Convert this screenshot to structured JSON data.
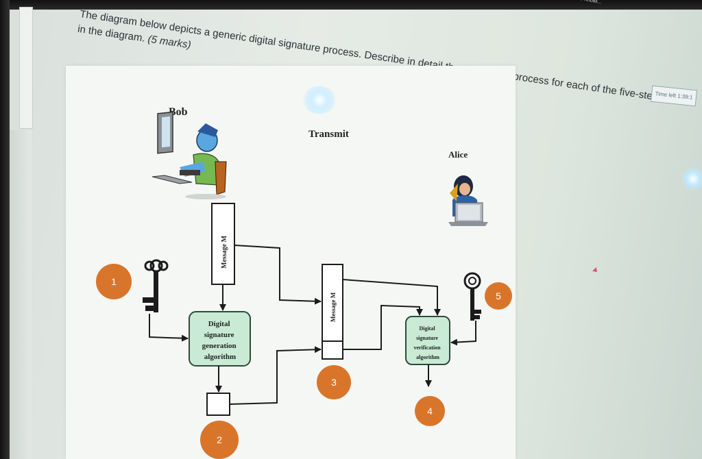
{
  "question": {
    "line1_prefix": "The diagram below depicts a generic digital signature process. Describe in detail the element or process for each of the five-step shown",
    "line2": "in the diagram.",
    "marks": "(5 marks)"
  },
  "timer": {
    "text": "Time left 1:39:1"
  },
  "browser": {
    "tab_text": "Test Your Knowl..."
  },
  "diagram": {
    "bob_label": "Bob",
    "transmit_label": "Transmit",
    "alice_label": "Alice",
    "message_label": "Message M",
    "generation_box": [
      "Digital",
      "signature",
      "generation",
      "algorithm"
    ],
    "verification_box": [
      "Digital",
      "signature",
      "verification",
      "algorithm"
    ],
    "steps": [
      "1",
      "2",
      "3",
      "4",
      "5"
    ],
    "colors": {
      "step_badge": "#d9752a",
      "algo_box": "#c9ebd5",
      "algo_border": "#2e4a38",
      "line": "#1b1b1b"
    }
  }
}
